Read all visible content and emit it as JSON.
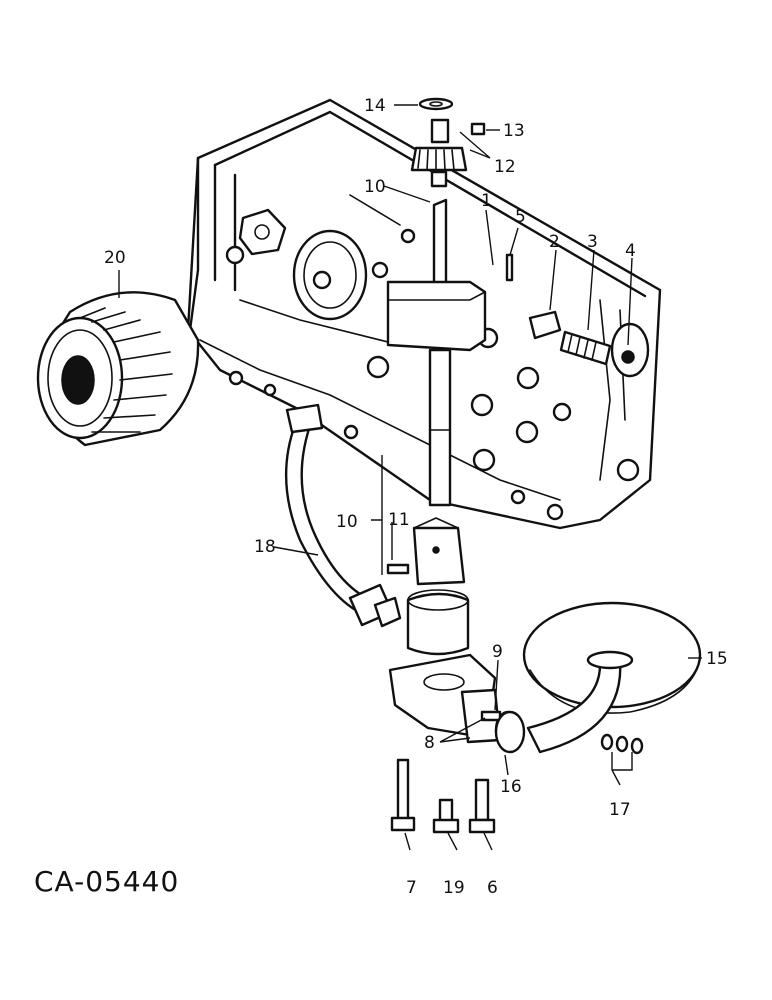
{
  "drawing_code": "CA-05440",
  "callouts": [
    {
      "id": "c1",
      "text": "1"
    },
    {
      "id": "c2",
      "text": "2"
    },
    {
      "id": "c3",
      "text": "3"
    },
    {
      "id": "c4",
      "text": "4"
    },
    {
      "id": "c5",
      "text": "5"
    },
    {
      "id": "c6",
      "text": "6"
    },
    {
      "id": "c7",
      "text": "7"
    },
    {
      "id": "c8",
      "text": "8"
    },
    {
      "id": "c9",
      "text": "9"
    },
    {
      "id": "c10a",
      "text": "10"
    },
    {
      "id": "c10b",
      "text": "10"
    },
    {
      "id": "c11",
      "text": "11"
    },
    {
      "id": "c12",
      "text": "12"
    },
    {
      "id": "c13",
      "text": "13"
    },
    {
      "id": "c14",
      "text": "14"
    },
    {
      "id": "c15",
      "text": "15"
    },
    {
      "id": "c16",
      "text": "16"
    },
    {
      "id": "c17",
      "text": "17"
    },
    {
      "id": "c18",
      "text": "18"
    },
    {
      "id": "c19",
      "text": "19"
    },
    {
      "id": "c20",
      "text": "20"
    }
  ]
}
